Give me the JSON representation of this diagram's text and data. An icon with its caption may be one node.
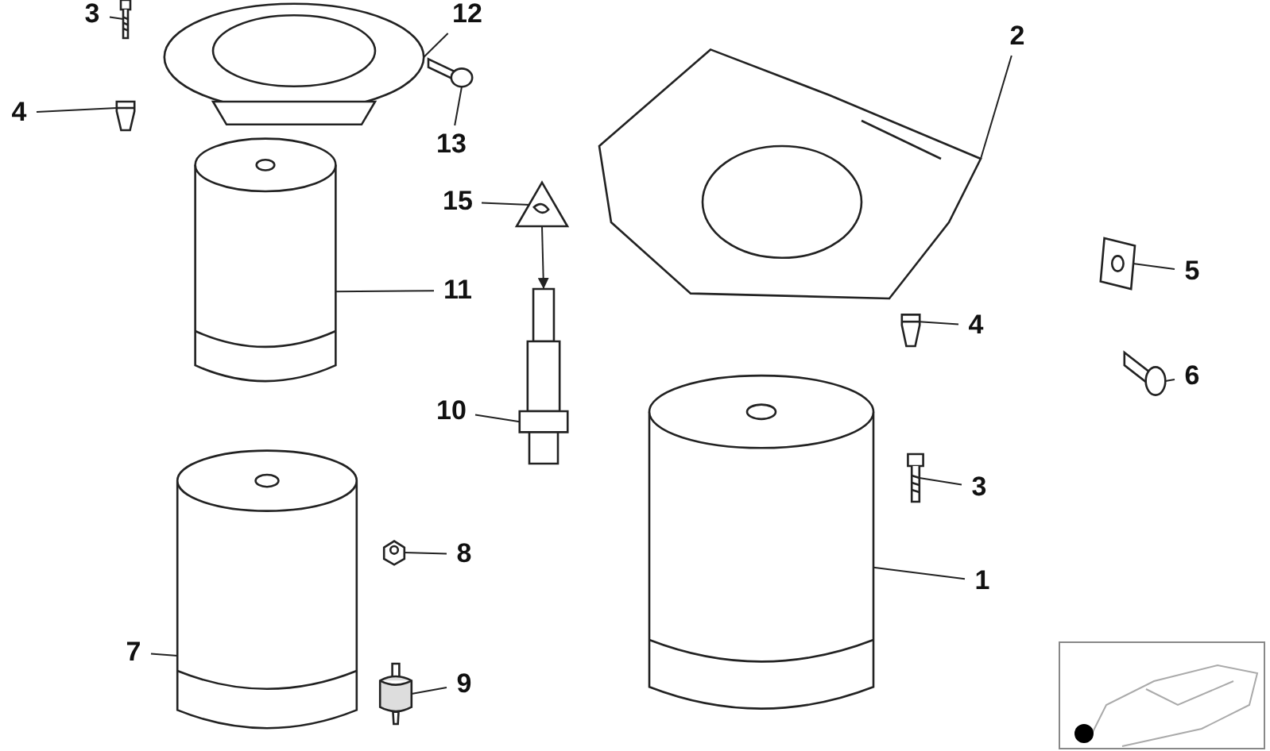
{
  "diagram": {
    "nodes": [
      {
        "text": [
          "3"
        ]
      },
      {
        "text": [
          "4"
        ]
      },
      {
        "text": [
          "13"
        ]
      },
      {
        "text": [
          "15"
        ]
      },
      {
        "text": [
          "11"
        ]
      },
      {
        "text": [
          "10"
        ]
      },
      {
        "text": [
          "2"
        ]
      },
      {
        "text": [
          "5"
        ]
      },
      {
        "text": [
          "4"
        ]
      },
      {
        "text": [
          "6"
        ]
      },
      {
        "text": [
          "3"
        ]
      },
      {
        "text": [
          "1"
        ]
      },
      {
        "text": [
          "8"
        ]
      },
      {
        "text": [
          "7"
        ]
      },
      {
        "text": [
          "9"
        ]
      },
      {
        "text": [
          "12"
        ]
      },
      {
        "text": [],
        "shape": "picture"
      },
      {
        "text": [],
        "shape": "picture"
      },
      {
        "text": [],
        "shape": "picture"
      },
      {
        "text": [],
        "shape": "picture"
      },
      {
        "text": [],
        "shape": "picture"
      },
      {
        "text": [],
        "shape": "picture"
      },
      {
        "text": [],
        "shape": "picture"
      },
      {
        "text": [],
        "shape": "picture"
      },
      {
        "text": [],
        "shape": "picture"
      },
      {
        "text": [],
        "shape": "picture"
      },
      {
        "text": [],
        "shape": "picture"
      },
      {
        "text": [],
        "shape": "picture"
      },
      {
        "text": [],
        "shape": "picture"
      },
      {
        "text": [],
        "shape": "picture"
      },
      {
        "text": [],
        "shape": "picture"
      },
      {
        "text": [],
        "shape": "picture"
      }
    ],
    "edges": [
      {
        "from": 0,
        "to": 16,
        "arrow": "none"
      },
      {
        "from": 1,
        "to": 17,
        "arrow": "none"
      },
      {
        "from": 2,
        "to": 18,
        "arrow": "none"
      },
      {
        "from": 3,
        "to": 19,
        "arrow": "none"
      },
      {
        "from": 4,
        "to": 20,
        "arrow": "none"
      },
      {
        "from": 5,
        "to": 21,
        "arrow": "none"
      },
      {
        "from": 6,
        "to": 22,
        "arrow": "none"
      },
      {
        "from": 7,
        "to": 23,
        "arrow": "none"
      },
      {
        "from": 8,
        "to": 24,
        "arrow": "none"
      },
      {
        "from": 9,
        "to": 25,
        "arrow": "none"
      },
      {
        "from": 10,
        "to": 26,
        "arrow": "none"
      },
      {
        "from": 11,
        "to": 27,
        "arrow": "none"
      },
      {
        "from": 12,
        "to": 28,
        "arrow": "none"
      },
      {
        "from": 13,
        "to": 29,
        "arrow": "none"
      },
      {
        "from": 14,
        "to": 30,
        "arrow": "none"
      },
      {
        "from": 15,
        "to": 31,
        "arrow": "none"
      },
      {
        "from": 19,
        "to": 21,
        "arrow": "to"
      }
    ]
  }
}
